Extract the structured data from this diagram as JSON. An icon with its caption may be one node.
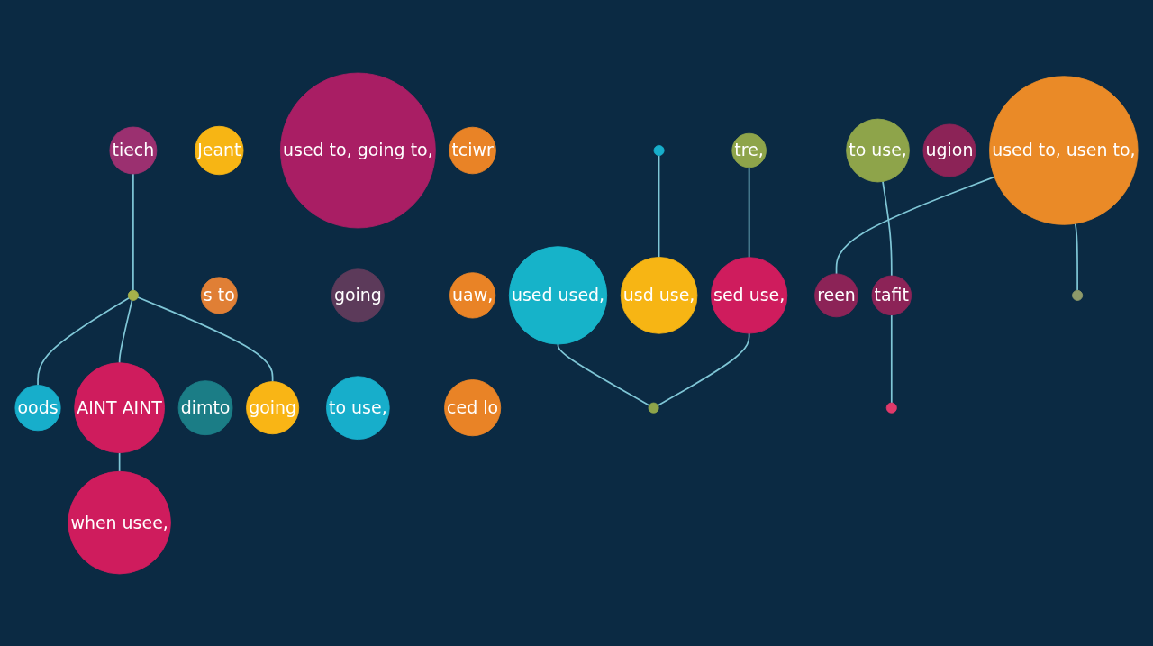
{
  "diagram": {
    "nodes": [
      {
        "text": [
          "Jeant"
        ]
      },
      {
        "text": [
          "s to"
        ]
      },
      {
        "text": [
          "used used,"
        ]
      },
      {
        "text": [
          "tiech"
        ]
      },
      {
        "text": [
          "oods"
        ]
      },
      {
        "text": [
          "AINT AINT"
        ]
      },
      {
        "text": [
          "tre,"
        ]
      },
      {
        "text": [
          "sed use,"
        ]
      },
      {
        "text": [
          "dimto"
        ]
      },
      {
        "text": [
          "going"
        ]
      },
      {
        "text": [
          "used to, going to,"
        ]
      },
      {
        "text": [
          "going"
        ]
      },
      {
        "text": [
          "when usee,"
        ]
      },
      {
        "text": [
          "to use,"
        ]
      },
      {
        "text": [
          "tciwr"
        ]
      },
      {
        "text": [
          "uaw,"
        ]
      },
      {
        "text": [
          "to use,"
        ]
      },
      {
        "text": [
          "used to, usen to,"
        ]
      },
      {
        "text": [
          "usd use,"
        ]
      },
      {
        "text": [
          "tafit"
        ]
      },
      {
        "text": [
          "ced lo"
        ]
      },
      {
        "text": [
          "ugion"
        ]
      },
      {
        "text": [
          "reen"
        ]
      },
      {
        "text": [],
        "shape": "circle"
      },
      {
        "text": [],
        "shape": "circle"
      },
      {
        "text": [],
        "shape": "circle"
      },
      {
        "text": [],
        "shape": "circle"
      },
      {
        "text": [],
        "shape": "circle"
      }
    ],
    "edges": [
      {
        "from": 23,
        "to": 4,
        "arrow": "none"
      },
      {
        "from": 23,
        "to": 5,
        "arrow": "none"
      },
      {
        "from": 23,
        "to": 9,
        "arrow": "none"
      },
      {
        "from": 3,
        "to": 23,
        "arrow": "none"
      },
      {
        "from": 2,
        "to": 24,
        "arrow": "none"
      },
      {
        "from": 7,
        "to": 24,
        "arrow": "none"
      },
      {
        "from": 6,
        "to": 7,
        "arrow": "none"
      },
      {
        "from": 5,
        "to": 12,
        "arrow": "none"
      },
      {
        "from": 25,
        "to": 18,
        "arrow": "none"
      },
      {
        "from": 16,
        "to": 19,
        "arrow": "none"
      },
      {
        "from": 19,
        "to": 27,
        "arrow": "none"
      },
      {
        "from": 17,
        "to": 22,
        "arrow": "none"
      },
      {
        "from": 17,
        "to": 26,
        "arrow": "none"
      }
    ]
  }
}
